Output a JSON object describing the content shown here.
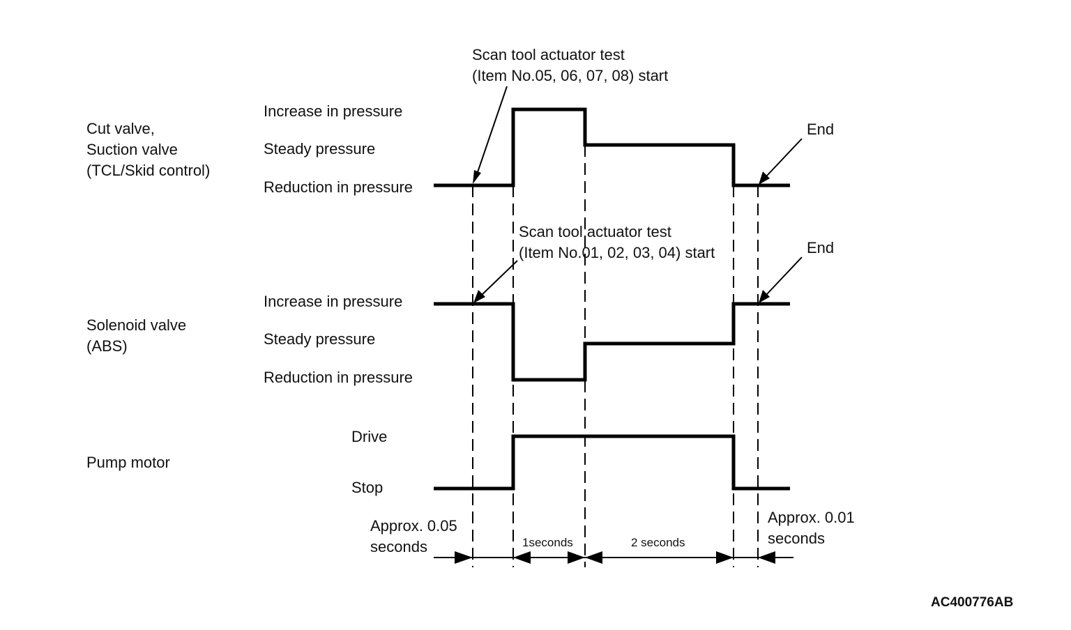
{
  "diagram": {
    "groups": {
      "cut_suction": {
        "label_lines": [
          "Cut valve,",
          "Suction valve",
          "(TCL/Skid control)"
        ],
        "levels": [
          "Increase in pressure",
          "Steady pressure",
          "Reduction in pressure"
        ]
      },
      "solenoid": {
        "label_lines": [
          "Solenoid valve",
          "(ABS)"
        ],
        "levels": [
          "Increase in pressure",
          "Steady pressure",
          "Reduction in pressure"
        ]
      },
      "pump": {
        "label_lines": [
          "Pump motor"
        ],
        "levels": [
          "Drive",
          "Stop"
        ]
      }
    },
    "callouts": {
      "start_cut": [
        "Scan tool actuator test",
        "(Item No.05, 06, 07, 08) start"
      ],
      "start_solenoid": [
        "Scan tool actuator test",
        "(Item No.01, 02, 03, 04) start"
      ],
      "end_cut": "End",
      "end_solenoid": "End"
    },
    "timing": {
      "approx_start": [
        "Approx. 0.05",
        "seconds"
      ],
      "one_second": "1seconds",
      "two_seconds": "2 seconds",
      "approx_end": [
        "Approx. 0.01",
        "seconds"
      ]
    },
    "figure_code": "AC400776AB"
  }
}
